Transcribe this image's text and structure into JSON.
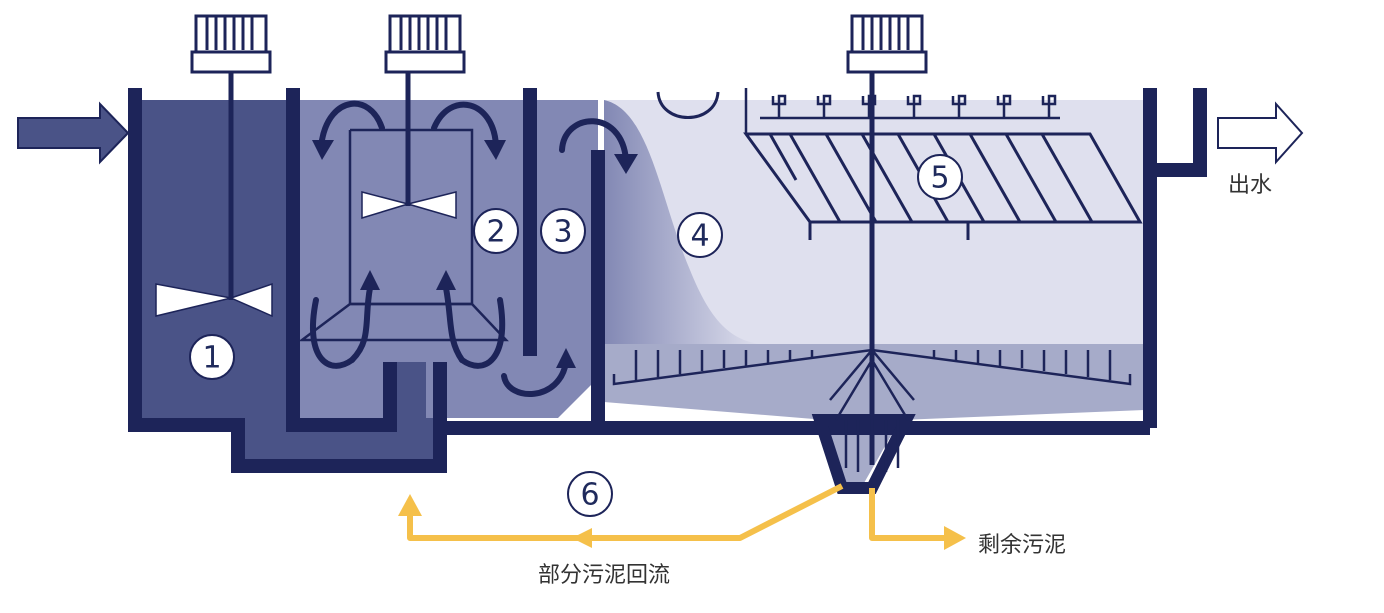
{
  "labels": {
    "outlet_water": "出水",
    "excess_sludge": "剩余污泥",
    "partial_sludge_return": "部分污泥回流"
  },
  "markers": [
    "1",
    "2",
    "3",
    "4",
    "5",
    "6"
  ],
  "colors": {
    "tank_outline": "#1d2459",
    "zone1_fill": "#4a5387",
    "zone2_fill": "#8288b4",
    "zone4_fill": "#dfe0ee",
    "sludge_arrow": "#f5c04a",
    "flow_arrow": "#1d2459"
  },
  "icons": [
    "inlet-arrow-icon",
    "outlet-arrow-icon",
    "motor-icon",
    "impeller-icon",
    "flow-arrow-icon"
  ]
}
